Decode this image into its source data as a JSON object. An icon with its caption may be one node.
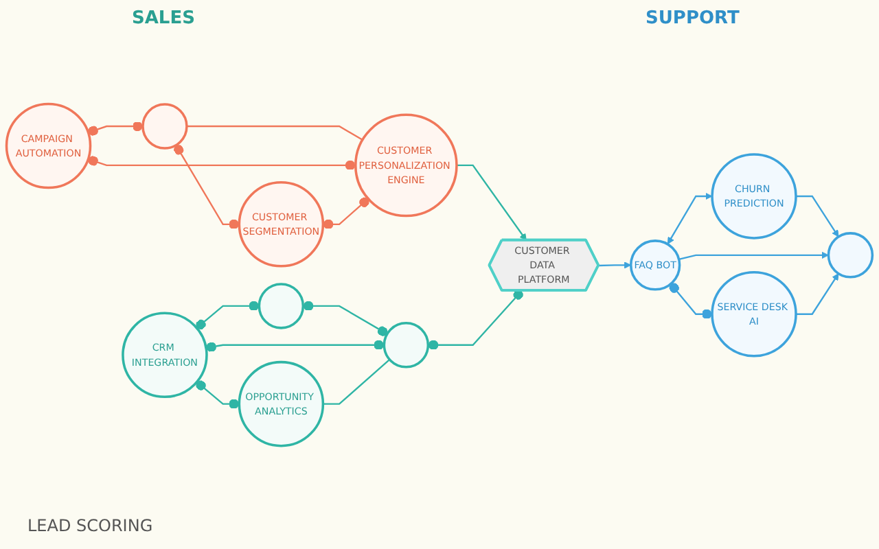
{
  "diagram": {
    "nodes": [
      {
        "text": [],
        "shape": "circle"
      },
      {
        "text": [
          "CAMPAIGN AUTOMATION"
        ]
      },
      {
        "text": [
          "CUSTOMER SEGMENTATION"
        ]
      },
      {
        "text": [
          "CUSTOMER PERSONALIZATION ENGINE"
        ]
      },
      {
        "text": [],
        "shape": "circle"
      },
      {
        "text": [
          "CRM INTEGRATION"
        ]
      },
      {
        "text": [],
        "shape": "circle"
      },
      {
        "text": [
          "OPPORTUNITY ANALYTICS"
        ]
      },
      {
        "text": [
          "CUSTOMER DATA PLATFORM"
        ]
      },
      {
        "text": [
          "CHURN PREDICTION"
        ]
      },
      {
        "text": [
          "FAQ BOT"
        ]
      },
      {
        "text": [],
        "shape": "circle"
      },
      {
        "text": [
          "SERVICE DESK AI"
        ]
      }
    ],
    "edges": [
      {
        "from": 1,
        "to": 0,
        "arrow": "other",
        "color": "#f0775a"
      },
      {
        "from": 0,
        "to": 2,
        "arrow": "other",
        "color": "#f0775a"
      },
      {
        "from": 0,
        "to": 3,
        "arrow": "none",
        "color": "#f0775a"
      },
      {
        "from": 1,
        "to": 3,
        "arrow": "other",
        "color": "#f0775a"
      },
      {
        "from": 2,
        "to": 3,
        "arrow": "other",
        "color": "#f0775a"
      },
      {
        "from": 3,
        "to": 8,
        "arrow": "to"
      },
      {
        "from": 5,
        "to": 4,
        "arrow": "other"
      },
      {
        "from": 4,
        "to": 6,
        "arrow": "other"
      },
      {
        "from": 5,
        "to": 6,
        "arrow": "other"
      },
      {
        "from": 5,
        "to": 7,
        "arrow": "other"
      },
      {
        "from": 7,
        "to": 6,
        "arrow": "none"
      },
      {
        "from": 6,
        "to": 8,
        "arrow": "other"
      },
      {
        "from": 8,
        "to": 10,
        "arrow": "to",
        "color": "#3da3dc"
      },
      {
        "from": 10,
        "to": 9,
        "arrow": "both",
        "color": "#3da3dc"
      },
      {
        "from": 9,
        "to": 11,
        "arrow": "to",
        "color": "#3da3dc"
      },
      {
        "from": 10,
        "to": 11,
        "arrow": "to",
        "color": "#3da3dc"
      },
      {
        "from": 10,
        "to": 12,
        "arrow": "other",
        "color": "#3da3dc"
      },
      {
        "from": 12,
        "to": 11,
        "arrow": "to",
        "color": "#3da3dc"
      }
    ],
    "labels": [
      "SALES",
      "SUPPORT",
      "LEAD SCORING"
    ]
  }
}
